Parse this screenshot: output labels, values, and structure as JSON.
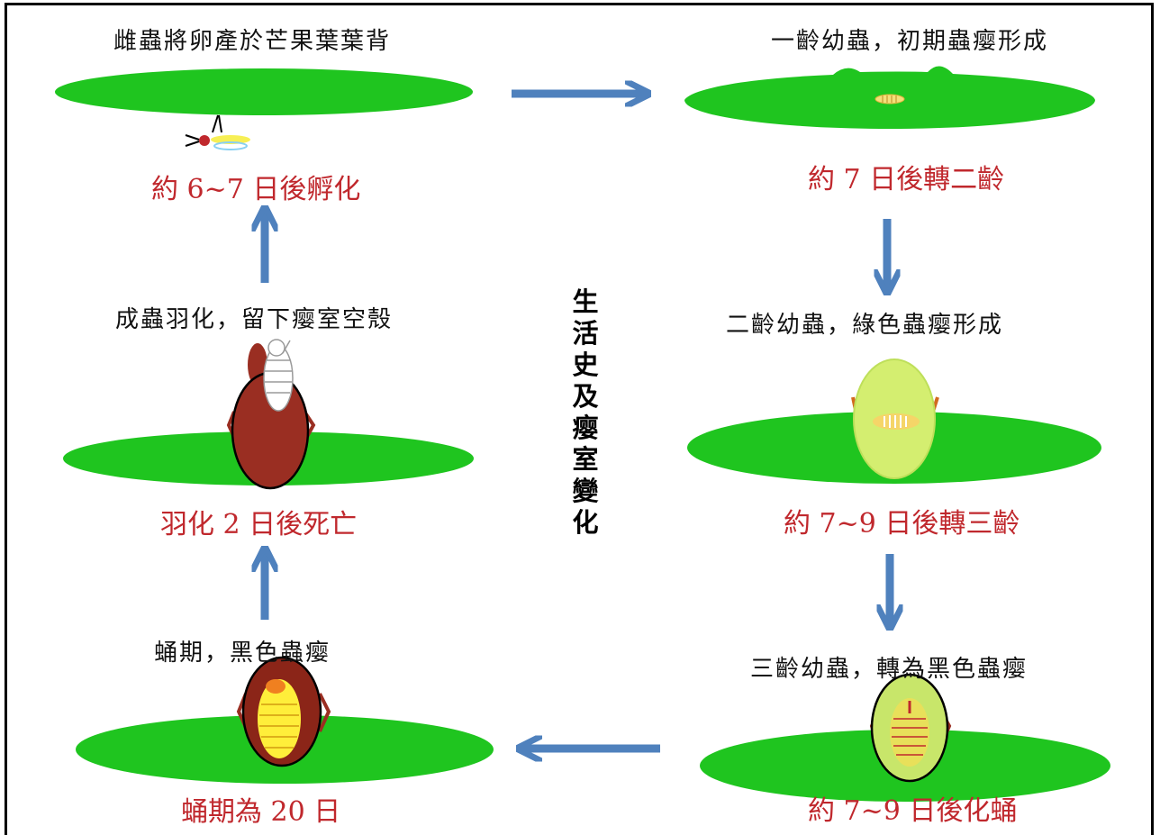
{
  "title": "生活史及瘿室變化",
  "colors": {
    "leaf": "#1fc51f",
    "arrow": "#4f81bd",
    "duration_text": "#c0282d",
    "gall_green": "#d4ee70",
    "gall_dark": "#9a2e22"
  },
  "stages": [
    {
      "caption": "雌蟲將卵產於芒果葉葉背",
      "duration": "約 6~7 日後孵化"
    },
    {
      "caption": "一齡幼蟲，初期蟲瘿形成",
      "duration": "約 7 日後轉二齡"
    },
    {
      "caption": "二齡幼蟲，綠色蟲瘿形成",
      "duration": "約 7~9 日後轉三齡"
    },
    {
      "caption": "三齡幼蟲，轉為黑色蟲瘿",
      "duration": "約 7~9 日後化蛹"
    },
    {
      "caption": "蛹期，黑色蟲瘿",
      "duration": "蛹期為 20 日"
    },
    {
      "caption": "成蟲羽化，留下瘿室空殼",
      "duration": "羽化 2 日後死亡"
    }
  ]
}
